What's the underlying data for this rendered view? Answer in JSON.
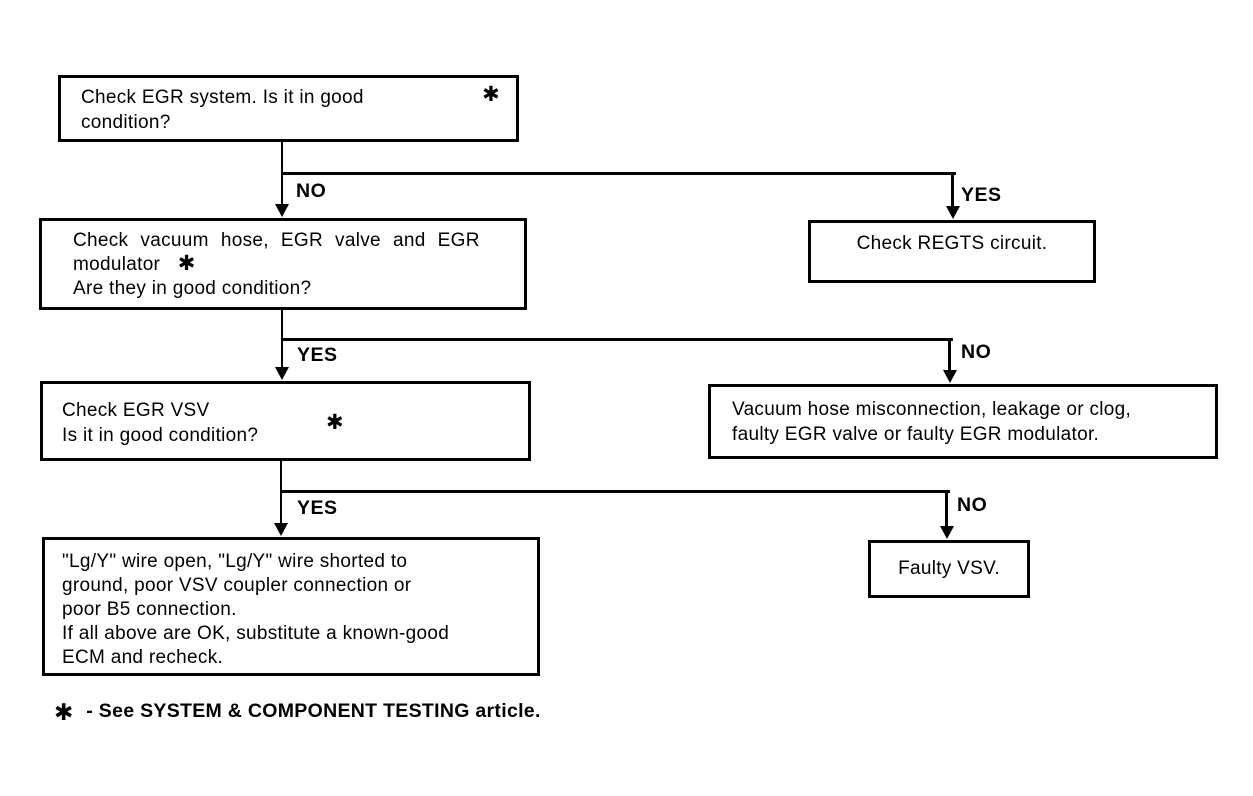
{
  "symbols": {
    "star": "✱"
  },
  "flowchart": {
    "nodes": {
      "check_egr_system": {
        "text": "Check EGR system. Is it in good\ncondition?"
      },
      "check_vacuum_hose": {
        "line1": "Check vacuum hose, EGR valve and EGR",
        "line2": "modulator",
        "line3": "Are they in good condition?"
      },
      "check_regts_circuit": {
        "text": "Check REGTS circuit."
      },
      "check_egr_vsv": {
        "line1": "Check EGR VSV",
        "line2": "Is it in good condition?"
      },
      "vacuum_hose_fault": {
        "text": "Vacuum hose misconnection, leakage or clog,\nfaulty EGR valve or faulty EGR modulator."
      },
      "wire_fault": {
        "text": "\"Lg/Y\" wire open, \"Lg/Y\" wire shorted to\nground, poor VSV coupler connection or\npoor B5 connection.\nIf all above are OK, substitute a known-good\nECM and recheck."
      },
      "faulty_vsv": {
        "text": "Faulty VSV."
      }
    },
    "branches": {
      "egr_system_no": "NO",
      "egr_system_yes": "YES",
      "vacuum_hose_yes": "YES",
      "vacuum_hose_no": "NO",
      "egr_vsv_yes": "YES",
      "egr_vsv_no": "NO"
    },
    "footnote": {
      "symbol": "✱",
      "text": "- See SYSTEM & COMPONENT TESTING article."
    },
    "colors": {
      "ink": "#000000",
      "paper": "#ffffff"
    }
  }
}
